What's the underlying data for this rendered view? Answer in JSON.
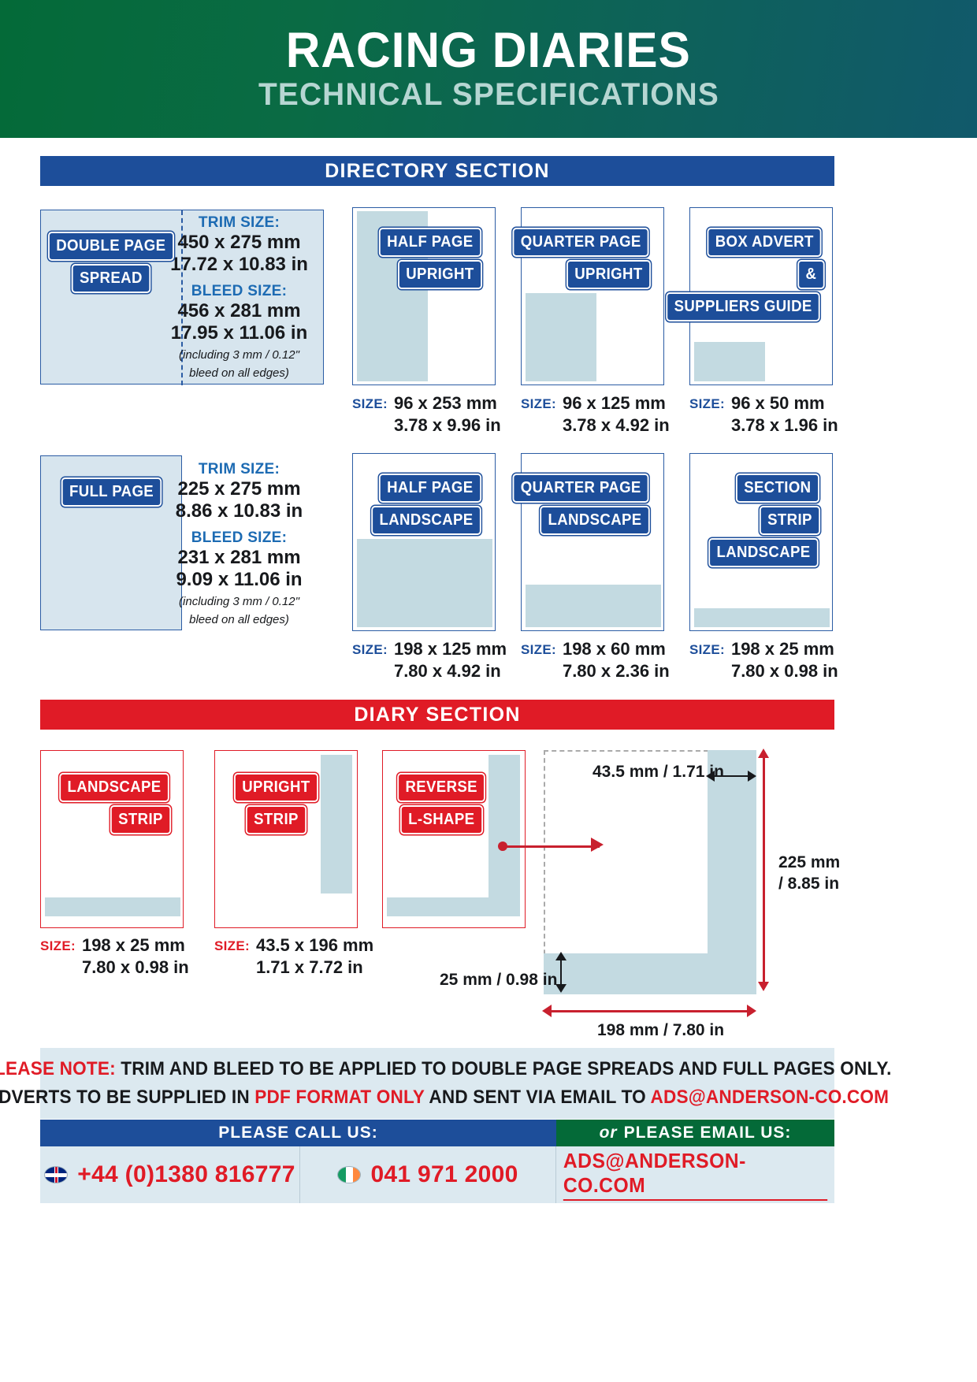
{
  "header": {
    "title": "RACING DIARIES",
    "subtitle": "TECHNICAL SPECIFICATIONS"
  },
  "colors": {
    "green": "#046a38",
    "blue": "#1d4e9a",
    "red": "#e01b26",
    "shade": "#c3dae1",
    "panel": "#dce9f0"
  },
  "directory": {
    "bar_label": "DIRECTORY SECTION",
    "row1": {
      "spread": {
        "tags": [
          "DOUBLE PAGE",
          "SPREAD"
        ],
        "trim_label": "TRIM SIZE:",
        "trim_mm": "450 x 275 mm",
        "trim_in": "17.72 x 10.83 in",
        "bleed_label": "BLEED SIZE:",
        "bleed_mm": "456 x 281 mm",
        "bleed_in": "17.95 x 11.06 in",
        "note_line1": "(including  3 mm / 0.12\"",
        "note_line2": "bleed on all edges)"
      },
      "items": [
        {
          "tags": [
            "HALF PAGE",
            "UPRIGHT"
          ],
          "size_label": "SIZE:",
          "size_mm": "96 x 253 mm",
          "size_in": "3.78 x 9.96 in"
        },
        {
          "tags": [
            "QUARTER PAGE",
            "UPRIGHT"
          ],
          "size_label": "SIZE:",
          "size_mm": "96 x 125 mm",
          "size_in": "3.78 x 4.92 in"
        },
        {
          "tags": [
            "BOX ADVERT",
            "&",
            "SUPPLIERS GUIDE"
          ],
          "size_label": "SIZE:",
          "size_mm": "96 x 50 mm",
          "size_in": "3.78 x 1.96 in"
        }
      ]
    },
    "row2": {
      "fullpage": {
        "tags": [
          "FULL PAGE"
        ],
        "trim_label": "TRIM SIZE:",
        "trim_mm": "225 x 275 mm",
        "trim_in": "8.86 x 10.83 in",
        "bleed_label": "BLEED SIZE:",
        "bleed_mm": "231 x 281 mm",
        "bleed_in": "9.09 x 11.06 in",
        "note_line1": "(including  3 mm / 0.12\"",
        "note_line2": "bleed on all edges)"
      },
      "items": [
        {
          "tags": [
            "HALF PAGE",
            "LANDSCAPE"
          ],
          "size_label": "SIZE:",
          "size_mm": "198 x 125 mm",
          "size_in": "7.80 x 4.92 in"
        },
        {
          "tags": [
            "QUARTER PAGE",
            "LANDSCAPE"
          ],
          "size_label": "SIZE:",
          "size_mm": "198 x 60 mm",
          "size_in": "7.80 x 2.36 in"
        },
        {
          "tags": [
            "SECTION",
            "STRIP",
            "LANDSCAPE"
          ],
          "size_label": "SIZE:",
          "size_mm": "198 x 25 mm",
          "size_in": "7.80 x 0.98 in"
        }
      ]
    }
  },
  "diary": {
    "bar_label": "DIARY SECTION",
    "items": [
      {
        "tags": [
          "LANDSCAPE",
          "STRIP"
        ],
        "size_label": "SIZE:",
        "size_mm": "198 x 25 mm",
        "size_in": "7.80 x 0.98 in"
      },
      {
        "tags": [
          "UPRIGHT",
          "STRIP"
        ],
        "size_label": "SIZE:",
        "size_mm": "43.5 x 196 mm",
        "size_in": "1.71 x 7.72 in"
      },
      {
        "tags": [
          "REVERSE",
          "L-SHAPE"
        ]
      }
    ],
    "diagram": {
      "width_top": "43.5 mm / 1.71 in",
      "height_right": "225 mm\n/ 8.85 in",
      "height_right_l1": "225 mm",
      "height_right_l2": "/ 8.85 in",
      "height_bottom": "25 mm / 0.98 in",
      "width_bottom": "198 mm / 7.80 in"
    }
  },
  "note": {
    "prefix": "PLEASE NOTE:",
    "line1_rest": " TRIM AND BLEED TO BE APPLIED TO DOUBLE PAGE SPREADS AND FULL PAGES ONLY.",
    "line2_a": "ADVERTS TO BE SUPPLIED IN ",
    "line2_b": "PDF FORMAT ONLY",
    "line2_c": " AND SENT VIA EMAIL TO ",
    "line2_d": "ADS@ANDERSON-CO.COM"
  },
  "contact": {
    "call_label": "PLEASE CALL US:",
    "or_label": "or",
    "email_label": "PLEASE EMAIL US:",
    "phone_uk": "+44 (0)1380 816777",
    "phone_ie": "041 971 2000",
    "email": "ADS@ANDERSON-CO.COM"
  }
}
